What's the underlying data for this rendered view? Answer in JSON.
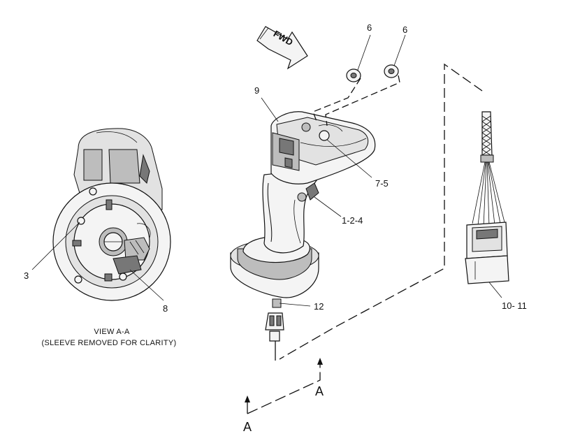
{
  "figure": {
    "view_caption_line1": "VIEW A-A",
    "view_caption_line2": "(SLEEVE REMOVED FOR CLARITY)",
    "fwd_label": "FWD",
    "section_label_lower": "A",
    "section_label_upper": "A"
  },
  "callouts": [
    {
      "id": "callout-6a",
      "text": "6"
    },
    {
      "id": "callout-6b",
      "text": "6"
    },
    {
      "id": "callout-9",
      "text": "9"
    },
    {
      "id": "callout-7-5",
      "text": "7-5"
    },
    {
      "id": "callout-1-2-4",
      "text": "1-2-4"
    },
    {
      "id": "callout-12",
      "text": "12"
    },
    {
      "id": "callout-10-11",
      "text": "10- 11"
    },
    {
      "id": "callout-3",
      "text": "3"
    },
    {
      "id": "callout-8",
      "text": "8"
    }
  ]
}
